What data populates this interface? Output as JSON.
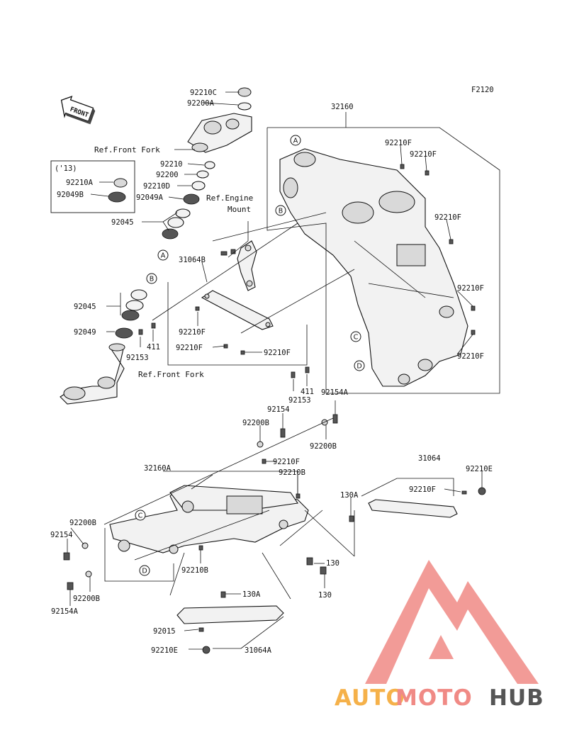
{
  "figure_code": "F2120",
  "front_badge": "FRONT",
  "variant_box_label": "('13)",
  "ref_labels": {
    "front_fork_upper": "Ref.Front Fork",
    "front_fork_lower": "Ref.Front Fork",
    "engine_mount_1": "Ref.Engine",
    "engine_mount_2": "Mount"
  },
  "callouts": [
    "A",
    "B",
    "C",
    "D"
  ],
  "parts": {
    "p92210C": "92210C",
    "p92200A": "92200A",
    "p32160": "32160",
    "p92210_a": "92210",
    "p92200": "92200",
    "p92210D": "92210D",
    "p92049A": "92049A",
    "p92045_top": "92045",
    "p92210A": "92210A",
    "p92049B": "92049B",
    "p92210F_1": "92210F",
    "p92210F_2": "92210F",
    "p92210F_3": "92210F",
    "p92210F_4": "92210F",
    "p92210F_5": "92210F",
    "p31064B": "31064B",
    "p92045_mid": "92045",
    "p92049": "92049",
    "p411_a": "411",
    "p92153_a": "92153",
    "p92210F_6": "92210F",
    "p92210F_7": "92210F",
    "p92210F_8": "92210F",
    "p411_b": "411",
    "p92153_b": "92153",
    "p92154A_top": "92154A",
    "p92154_top": "92154",
    "p92200B_1": "92200B",
    "p92200B_2": "92200B",
    "p32160A": "32160A",
    "p92210F_9": "92210F",
    "p92210B_1": "92210B",
    "p31064": "31064",
    "p92210E_1": "92210E",
    "p92210F_10": "92210F",
    "p130A_1": "130A",
    "p92200B_3": "92200B",
    "p92154_left": "92154",
    "p92210B_2": "92210B",
    "p130_1": "130",
    "p130_2": "130",
    "p92200B_4": "92200B",
    "p92154A_left": "92154A",
    "p130A_2": "130A",
    "p92015": "92015",
    "p92210E_2": "92210E",
    "p31064A": "31064A"
  },
  "watermark": {
    "part1": "AUTO",
    "part2": "MOTO",
    "part3": "HUB",
    "color1": "#f5b14a",
    "color2": "#f08a85",
    "color3": "#555555",
    "logo_color": "#f08a85"
  }
}
